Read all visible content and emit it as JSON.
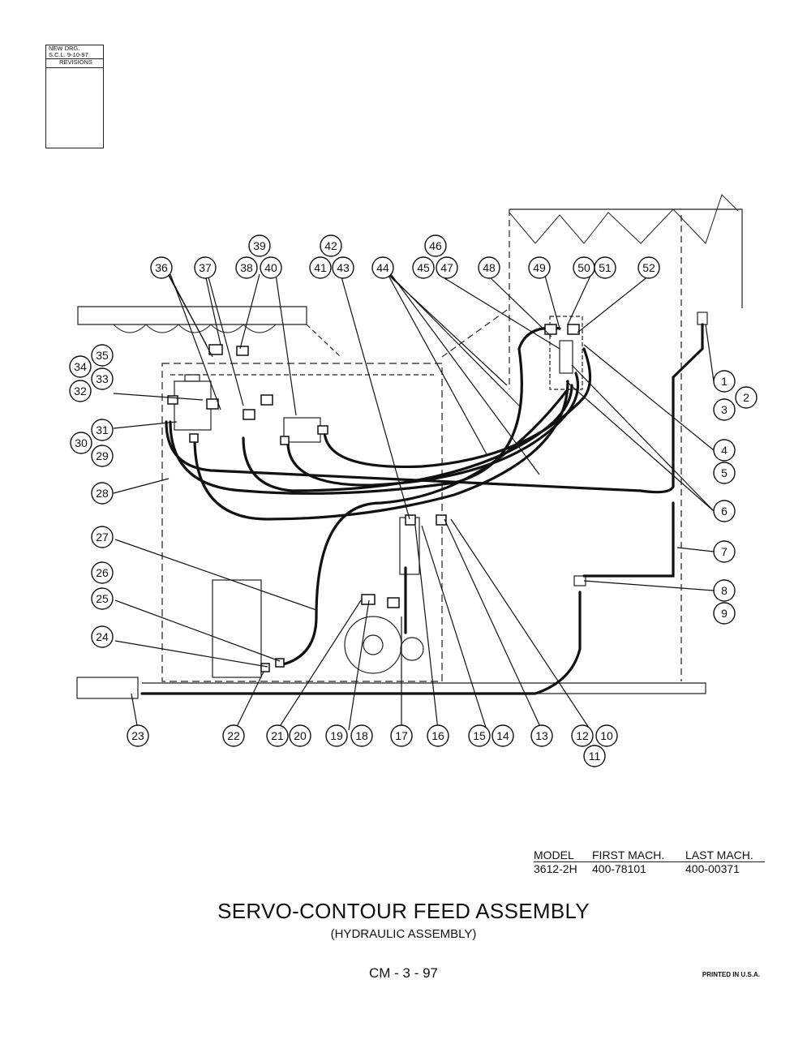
{
  "revision_block": {
    "line1": "NEW DRG.",
    "line2": "S.C.L.  9-10-97",
    "label": "REVISIONS"
  },
  "callouts": [
    "1",
    "2",
    "3",
    "4",
    "5",
    "6",
    "7",
    "8",
    "9",
    "10",
    "11",
    "12",
    "13",
    "14",
    "15",
    "16",
    "17",
    "18",
    "19",
    "20",
    "21",
    "22",
    "23",
    "24",
    "25",
    "26",
    "27",
    "28",
    "29",
    "30",
    "31",
    "32",
    "33",
    "34",
    "35",
    "36",
    "37",
    "38",
    "39",
    "40",
    "41",
    "42",
    "43",
    "44",
    "45",
    "46",
    "47",
    "48",
    "49",
    "50",
    "51",
    "52"
  ],
  "model_table": {
    "col_model": "MODEL",
    "col_first": "FIRST MACH.",
    "col_last": "LAST MACH.",
    "model": "3612-2H",
    "first": "400-78101",
    "last": "400-00371"
  },
  "title": "SERVO-CONTOUR FEED ASSEMBLY",
  "subtitle": "(HYDRAULIC ASSEMBLY)",
  "page_number": "CM - 3 - 97",
  "printed_note": "PRINTED IN U.S.A."
}
